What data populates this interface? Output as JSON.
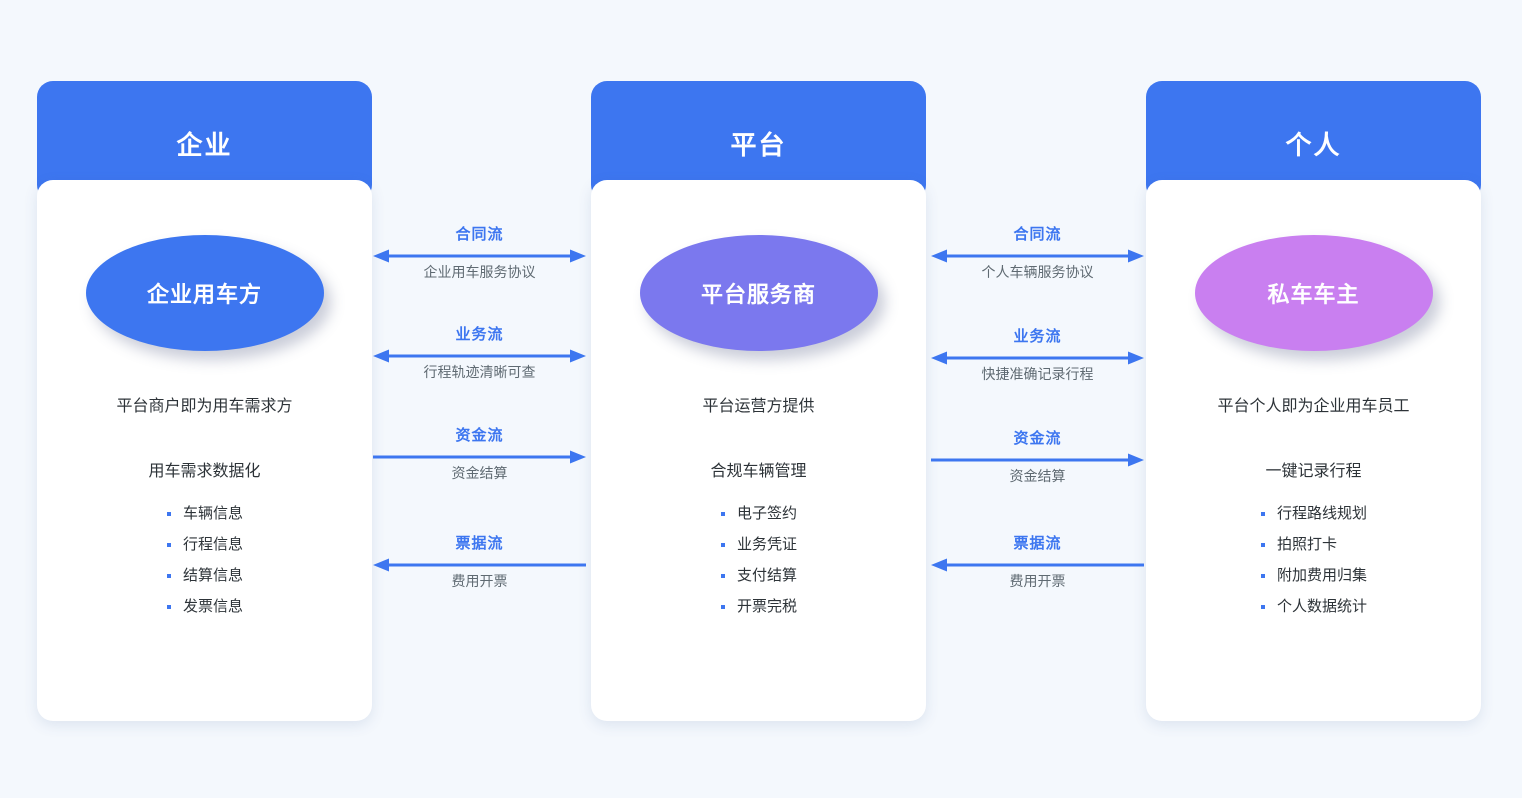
{
  "background_color": "#f4f8fd",
  "accent_color": "#3d76f0",
  "columns": [
    {
      "header": "企业",
      "ellipse_label": "企业用车方",
      "ellipse_color": "#3d76f0",
      "lead_text": "平台商户即为用车需求方",
      "sub_title": "用车需求数据化",
      "bullets": [
        "车辆信息",
        "行程信息",
        "结算信息",
        "发票信息"
      ]
    },
    {
      "header": "平台",
      "ellipse_label": "平台服务商",
      "ellipse_color": "#7b78ee",
      "lead_text": "平台运营方提供",
      "sub_title": "合规车辆管理",
      "bullets": [
        "电子签约",
        "业务凭证",
        "支付结算",
        "开票完税"
      ]
    },
    {
      "header": "个人",
      "ellipse_label": "私车车主",
      "ellipse_color": "#c97ff0",
      "lead_text": "平台个人即为企业用车员工",
      "sub_title": "一键记录行程",
      "bullets": [
        "行程路线规划",
        "拍照打卡",
        "附加费用归集",
        "个人数据统计"
      ]
    }
  ],
  "connectors": [
    {
      "name": "enterprise-platform",
      "flows": [
        {
          "title": "合同流",
          "caption": "企业用车服务协议",
          "direction": "both"
        },
        {
          "title": "业务流",
          "caption": "行程轨迹清晰可查",
          "direction": "both"
        },
        {
          "title": "资金流",
          "caption": "资金结算",
          "direction": "right"
        },
        {
          "title": "票据流",
          "caption": "费用开票",
          "direction": "left"
        }
      ]
    },
    {
      "name": "platform-individual",
      "flows": [
        {
          "title": "合同流",
          "caption": "个人车辆服务协议",
          "direction": "both"
        },
        {
          "title": "业务流",
          "caption": "快捷准确记录行程",
          "direction": "both"
        },
        {
          "title": "资金流",
          "caption": "资金结算",
          "direction": "right"
        },
        {
          "title": "票据流",
          "caption": "费用开票",
          "direction": "left"
        }
      ]
    }
  ]
}
